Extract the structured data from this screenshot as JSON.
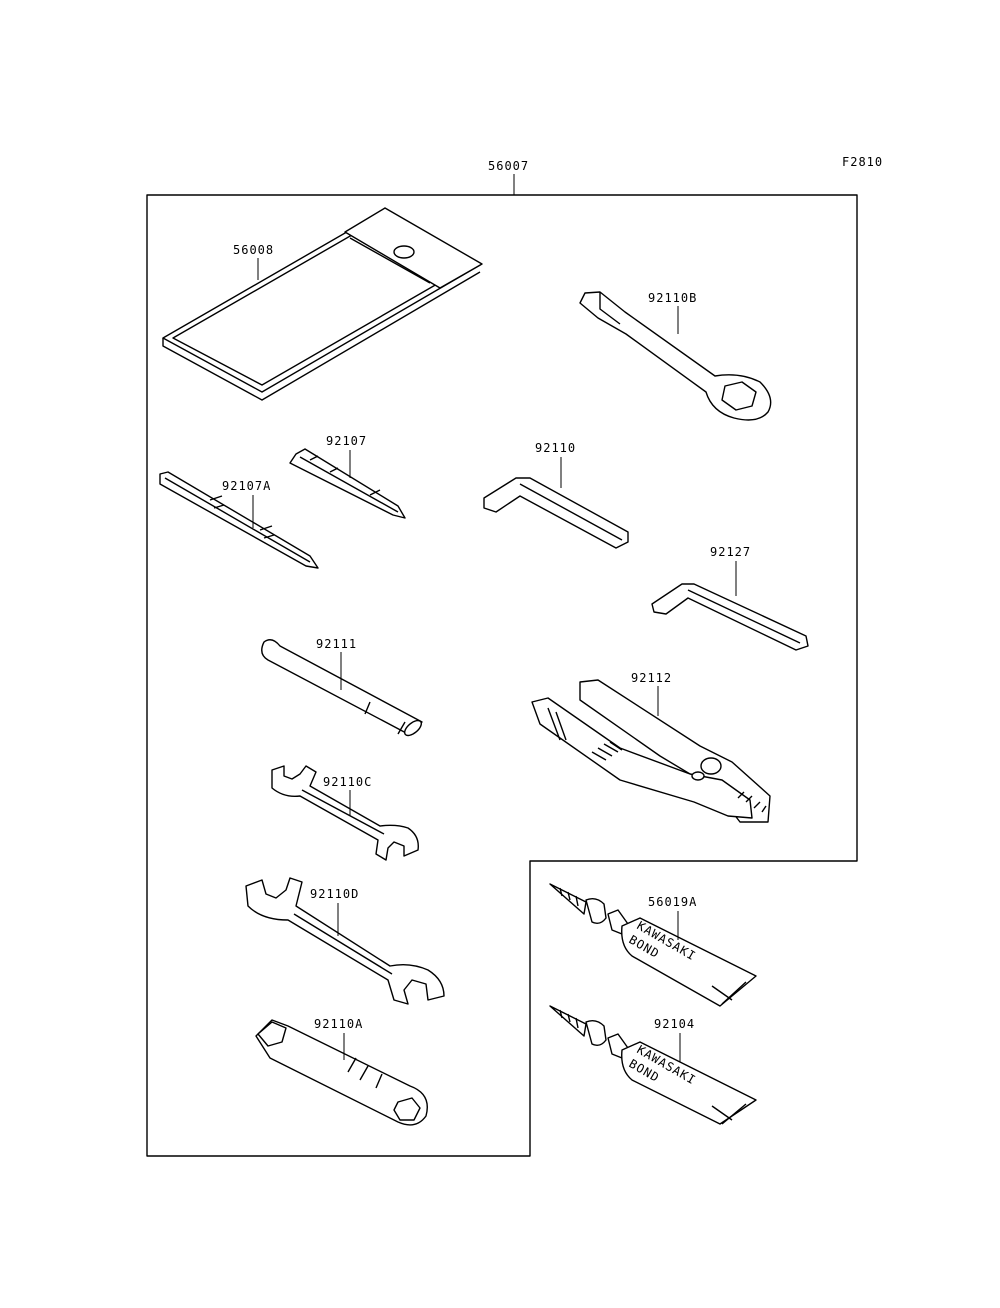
{
  "figure_code": "F2810",
  "kit": {
    "part_number": "56007"
  },
  "parts": [
    {
      "part_number": "56008"
    },
    {
      "part_number": "92110B"
    },
    {
      "part_number": "92107"
    },
    {
      "part_number": "92107A"
    },
    {
      "part_number": "92110"
    },
    {
      "part_number": "92127"
    },
    {
      "part_number": "92111"
    },
    {
      "part_number": "92112"
    },
    {
      "part_number": "92110C"
    },
    {
      "part_number": "92110D"
    },
    {
      "part_number": "92110A"
    },
    {
      "part_number": "56019A",
      "tube_text": [
        "KAWASAKI",
        "BOND"
      ]
    },
    {
      "part_number": "92104",
      "tube_text": [
        "KAWASAKI",
        "BOND"
      ]
    }
  ],
  "colors": {
    "line": "#000000",
    "background": "#ffffff",
    "shade": "#e4e4e4"
  }
}
